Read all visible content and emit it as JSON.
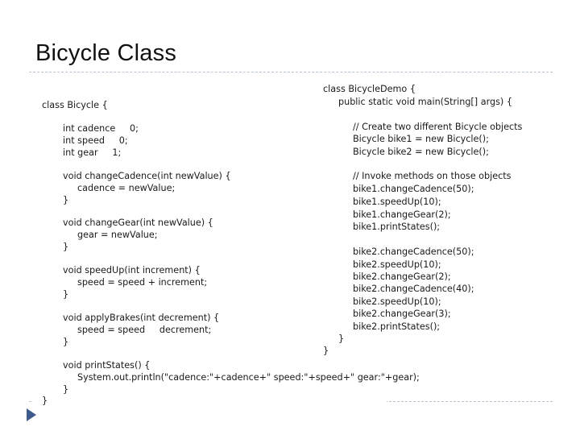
{
  "slide": {
    "title": "Bicycle Class"
  },
  "code_left": {
    "lines": [
      "class Bicycle {",
      "int cadence     0;",
      "int speed     0;",
      "int gear     1;",
      "void changeCadence(int newValue) {",
      "cadence = newValue;",
      "}",
      "void changeGear(int newValue) {",
      "gear = newValue;",
      "}",
      "void speedUp(int increment) {",
      "speed = speed + increment;",
      "}",
      "void applyBrakes(int decrement) {",
      "speed = speed     decrement;",
      "}",
      "void printStates() {",
      "System.out.println(\"cadence:\"+cadence+\" speed:\"+speed+\" gear:\"+gear);",
      "}",
      "}"
    ]
  },
  "code_right": {
    "lines": [
      "class BicycleDemo {",
      "public static void main(String[] args) {",
      "// Create two different Bicycle objects",
      "Bicycle bike1 = new Bicycle();",
      "Bicycle bike2 = new Bicycle();",
      "// Invoke methods on those objects",
      "bike1.changeCadence(50);",
      "bike1.speedUp(10);",
      "bike1.changeGear(2);",
      "bike1.printStates();",
      "bike2.changeCadence(50);",
      "bike2.speedUp(10);",
      "bike2.changeGear(2);",
      "bike2.changeCadence(40);",
      "bike2.speedUp(10);",
      "bike2.changeGear(3);",
      "bike2.printStates();",
      "}",
      "}"
    ]
  },
  "colors": {
    "accent": "#3f5b8c",
    "rule": "#b9c4d4"
  },
  "icons": {
    "bullet": "triangle-bullet-icon"
  }
}
